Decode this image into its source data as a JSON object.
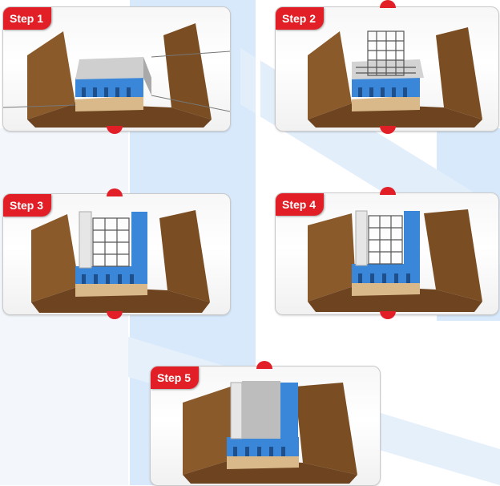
{
  "steps": [
    {
      "label": "Step 1"
    },
    {
      "label": "Step 2"
    },
    {
      "label": "Step 3"
    },
    {
      "label": "Step 4"
    },
    {
      "label": "Step 5"
    }
  ],
  "colors": {
    "accent": "#e21f26",
    "soil": "#8b5a2b",
    "insulation": "#3a86d8",
    "concrete": "#c8c8c8",
    "rebar": "#5a5a5a",
    "background_stripe": "#d6e8fb"
  }
}
